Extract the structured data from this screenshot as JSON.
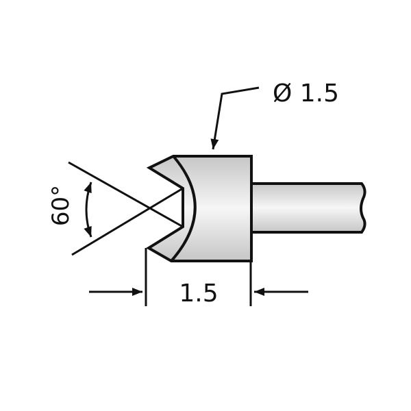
{
  "labels": {
    "diameter": "Ø 1.5",
    "length": "1.5",
    "angle": "60°"
  },
  "colors": {
    "stroke": "#111111",
    "fill_light": "#f4f4f4",
    "fill_dark": "#c8c8c8"
  }
}
